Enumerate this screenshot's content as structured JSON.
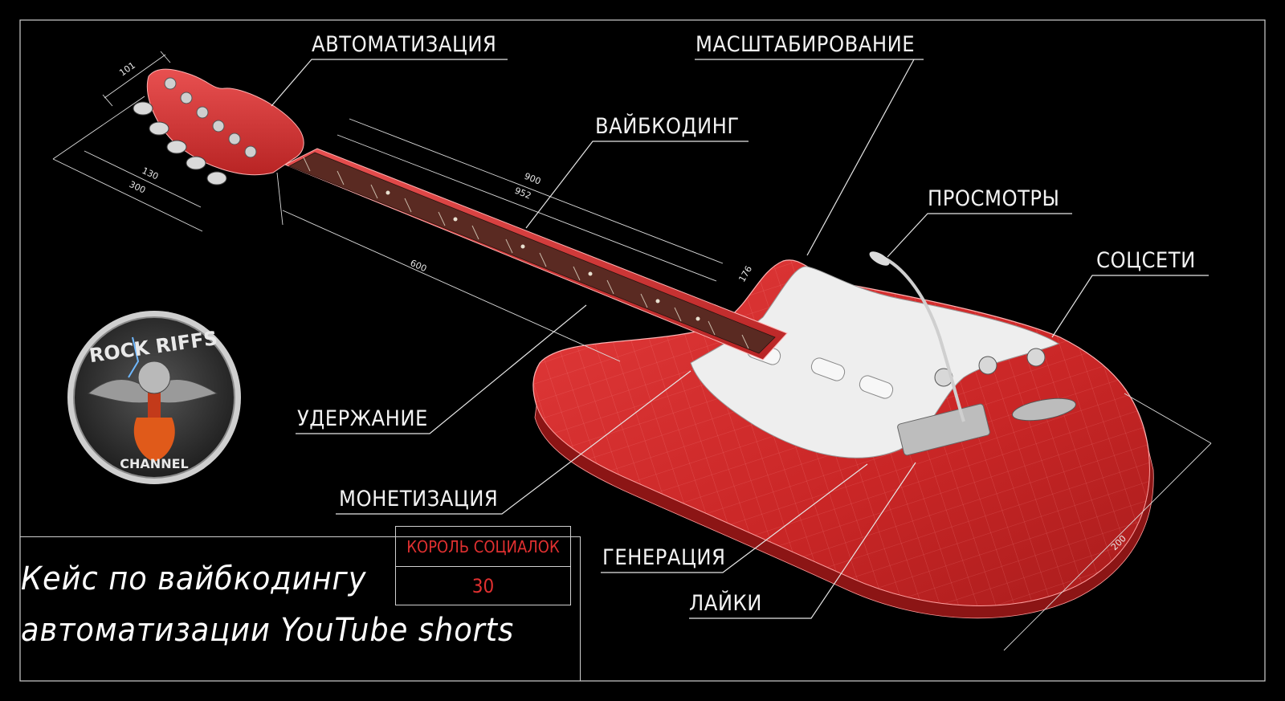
{
  "callouts": {
    "automation": "АВТОМАТИЗАЦИЯ",
    "scaling": "МАСШТАБИРОВАНИЕ",
    "vibecoding": "ВАЙБКОДИНГ",
    "views": "ПРОСМОТРЫ",
    "socials": "СОЦСЕТИ",
    "retention": "УДЕРЖАНИЕ",
    "monetization": "МОНЕТИЗАЦИЯ",
    "generation": "ГЕНЕРАЦИЯ",
    "likes": "ЛАЙКИ"
  },
  "dimensions": {
    "d101": "101",
    "d130": "130",
    "d300": "300",
    "d900": "900",
    "d952": "952",
    "d600": "600",
    "d176": "176",
    "d200": "200"
  },
  "title_block": {
    "line1": "Кейс по вайбкодингу",
    "line2": "автоматизации YouTube shorts",
    "stamp_name": "КОРОЛЬ СОЦИАЛОК",
    "stamp_number": "30"
  },
  "logo": {
    "top_text": "ROCK RIFFS",
    "bottom_text": "CHANNEL"
  },
  "colors": {
    "body": "#d42a2a",
    "pickguard": "#efefef",
    "fretboard": "#5a2a22",
    "stamp_text": "#e03030"
  }
}
